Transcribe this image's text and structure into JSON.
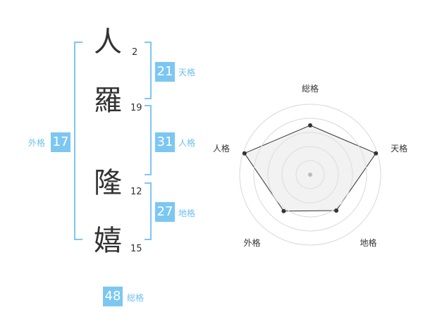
{
  "name_chars": [
    {
      "char": "人",
      "strokes": "2"
    },
    {
      "char": "羅",
      "strokes": "19"
    },
    {
      "char": "隆",
      "strokes": "12"
    },
    {
      "char": "嬉",
      "strokes": "15"
    }
  ],
  "fortunes": {
    "tenkaku": {
      "value": "21",
      "label": "天格"
    },
    "jinkaku": {
      "value": "31",
      "label": "人格"
    },
    "chikaku": {
      "value": "27",
      "label": "地格"
    },
    "gaikaku": {
      "value": "17",
      "label": "外格"
    },
    "soukaku": {
      "value": "48",
      "label": "総格"
    }
  },
  "chart_data": {
    "type": "radar",
    "axes": [
      "総格",
      "天格",
      "地格",
      "外格",
      "人格"
    ],
    "values": [
      0.7,
      0.98,
      0.63,
      0.64,
      0.98
    ],
    "range": [
      0,
      1
    ],
    "rings": 5,
    "colors": {
      "fill": "#f0f0f0",
      "line": "#333333",
      "grid": "#dddddd",
      "accent": "#7cc7f2"
    }
  }
}
